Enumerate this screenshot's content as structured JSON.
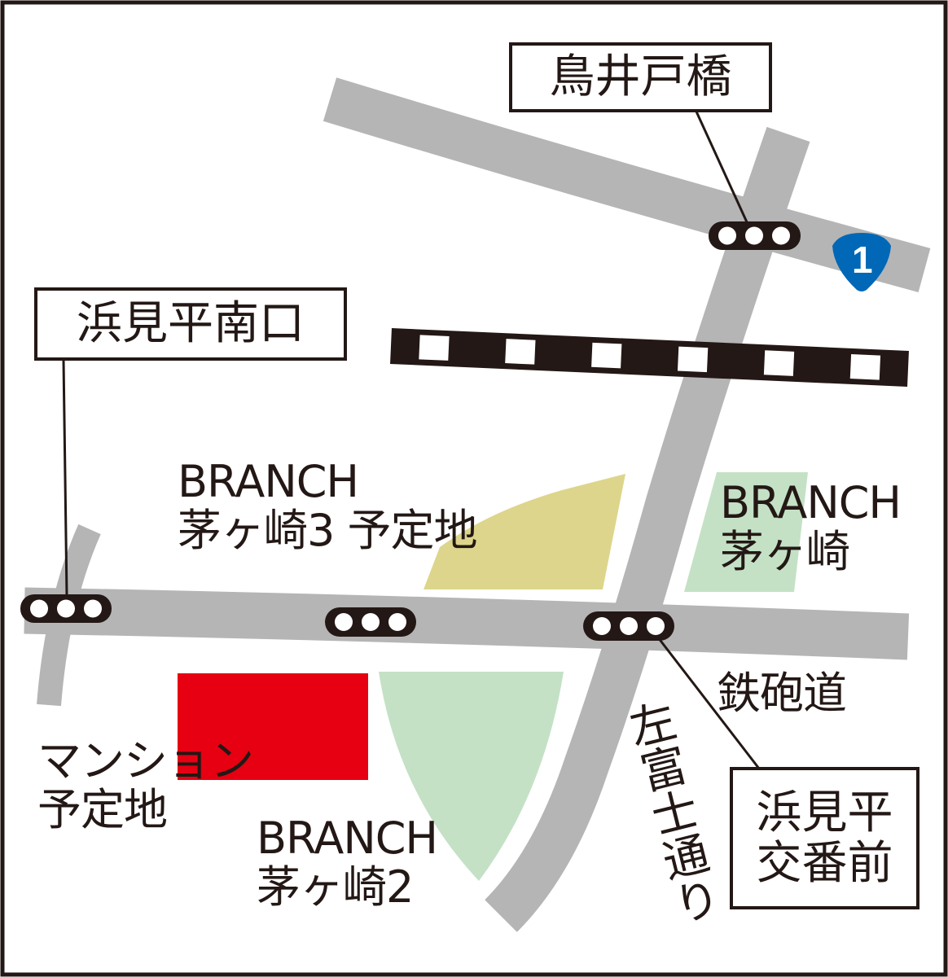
{
  "labels": {
    "station_top": "鳥井戸橋",
    "station_left": "浜見平南口",
    "station_bottom": [
      "浜見平",
      "交番前"
    ],
    "branch3": [
      "BRANCH",
      "茅ヶ崎3 予定地"
    ],
    "branch1": [
      "BRANCH",
      "茅ヶ崎"
    ],
    "branch2": [
      "BRANCH",
      "茅ヶ崎2"
    ],
    "mansion": [
      "マンション",
      "予定地"
    ],
    "road_teppo": "鉄砲道",
    "road_hidarifuji": "左富士通り",
    "route_number": "1"
  },
  "colors": {
    "road": "#b5b5b6",
    "mansion_site": "#e60012",
    "branch3_area": "#ddd58b",
    "branch_area": "#c4e1c5",
    "route_shield": "#0068b7",
    "ink": "#231815"
  }
}
